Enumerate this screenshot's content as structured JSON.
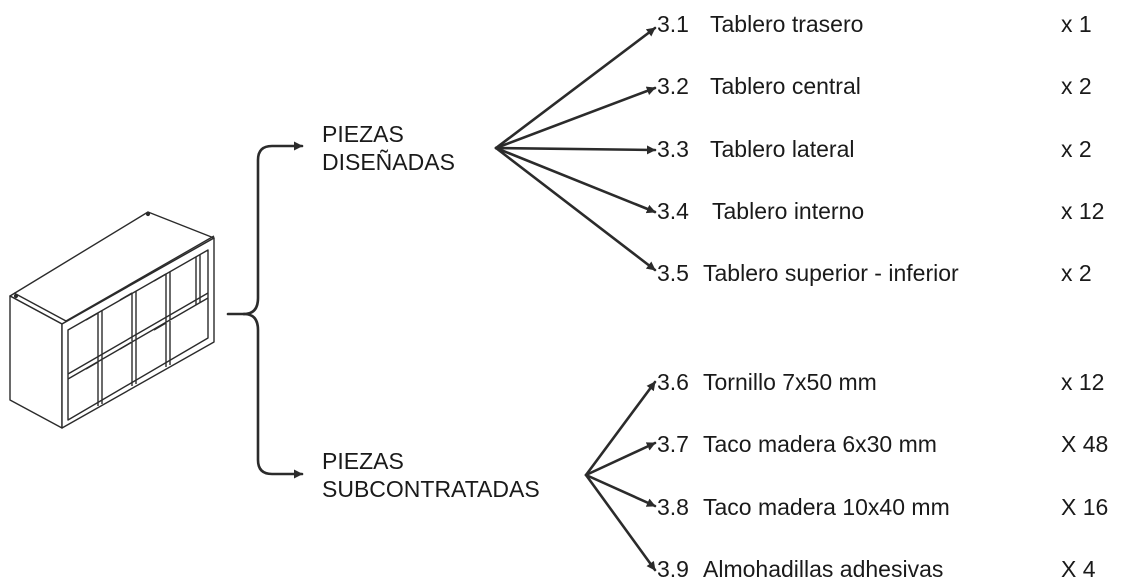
{
  "groups": {
    "designed": {
      "line1": "PIEZAS",
      "line2": "DISEÑADAS"
    },
    "outsourced": {
      "line1": "PIEZAS",
      "line2": "SUBCONTRATADAS"
    }
  },
  "parts": [
    {
      "code": "3.1",
      "name": "Tablero trasero",
      "qty": "x 1"
    },
    {
      "code": "3.2",
      "name": "Tablero central",
      "qty": "x 2"
    },
    {
      "code": "3.3",
      "name": "Tablero lateral",
      "qty": "x 2"
    },
    {
      "code": "3.4",
      "name": "Tablero interno",
      "qty": "x 12"
    },
    {
      "code": "3.5",
      "name": "Tablero superior - inferior",
      "qty": "x 2"
    },
    {
      "code": "3.6",
      "name": "Tornillo 7x50 mm",
      "qty": "x 12"
    },
    {
      "code": "3.7",
      "name": "Taco madera 6x30 mm",
      "qty": "X 48"
    },
    {
      "code": "3.8",
      "name": "Taco madera 10x40 mm",
      "qty": "X 16"
    },
    {
      "code": "3.9",
      "name": "Almohadillas adhesivas",
      "qty": "X 4"
    }
  ],
  "colors": {
    "line": "#2b2b2b",
    "text": "#1a1a1a"
  }
}
